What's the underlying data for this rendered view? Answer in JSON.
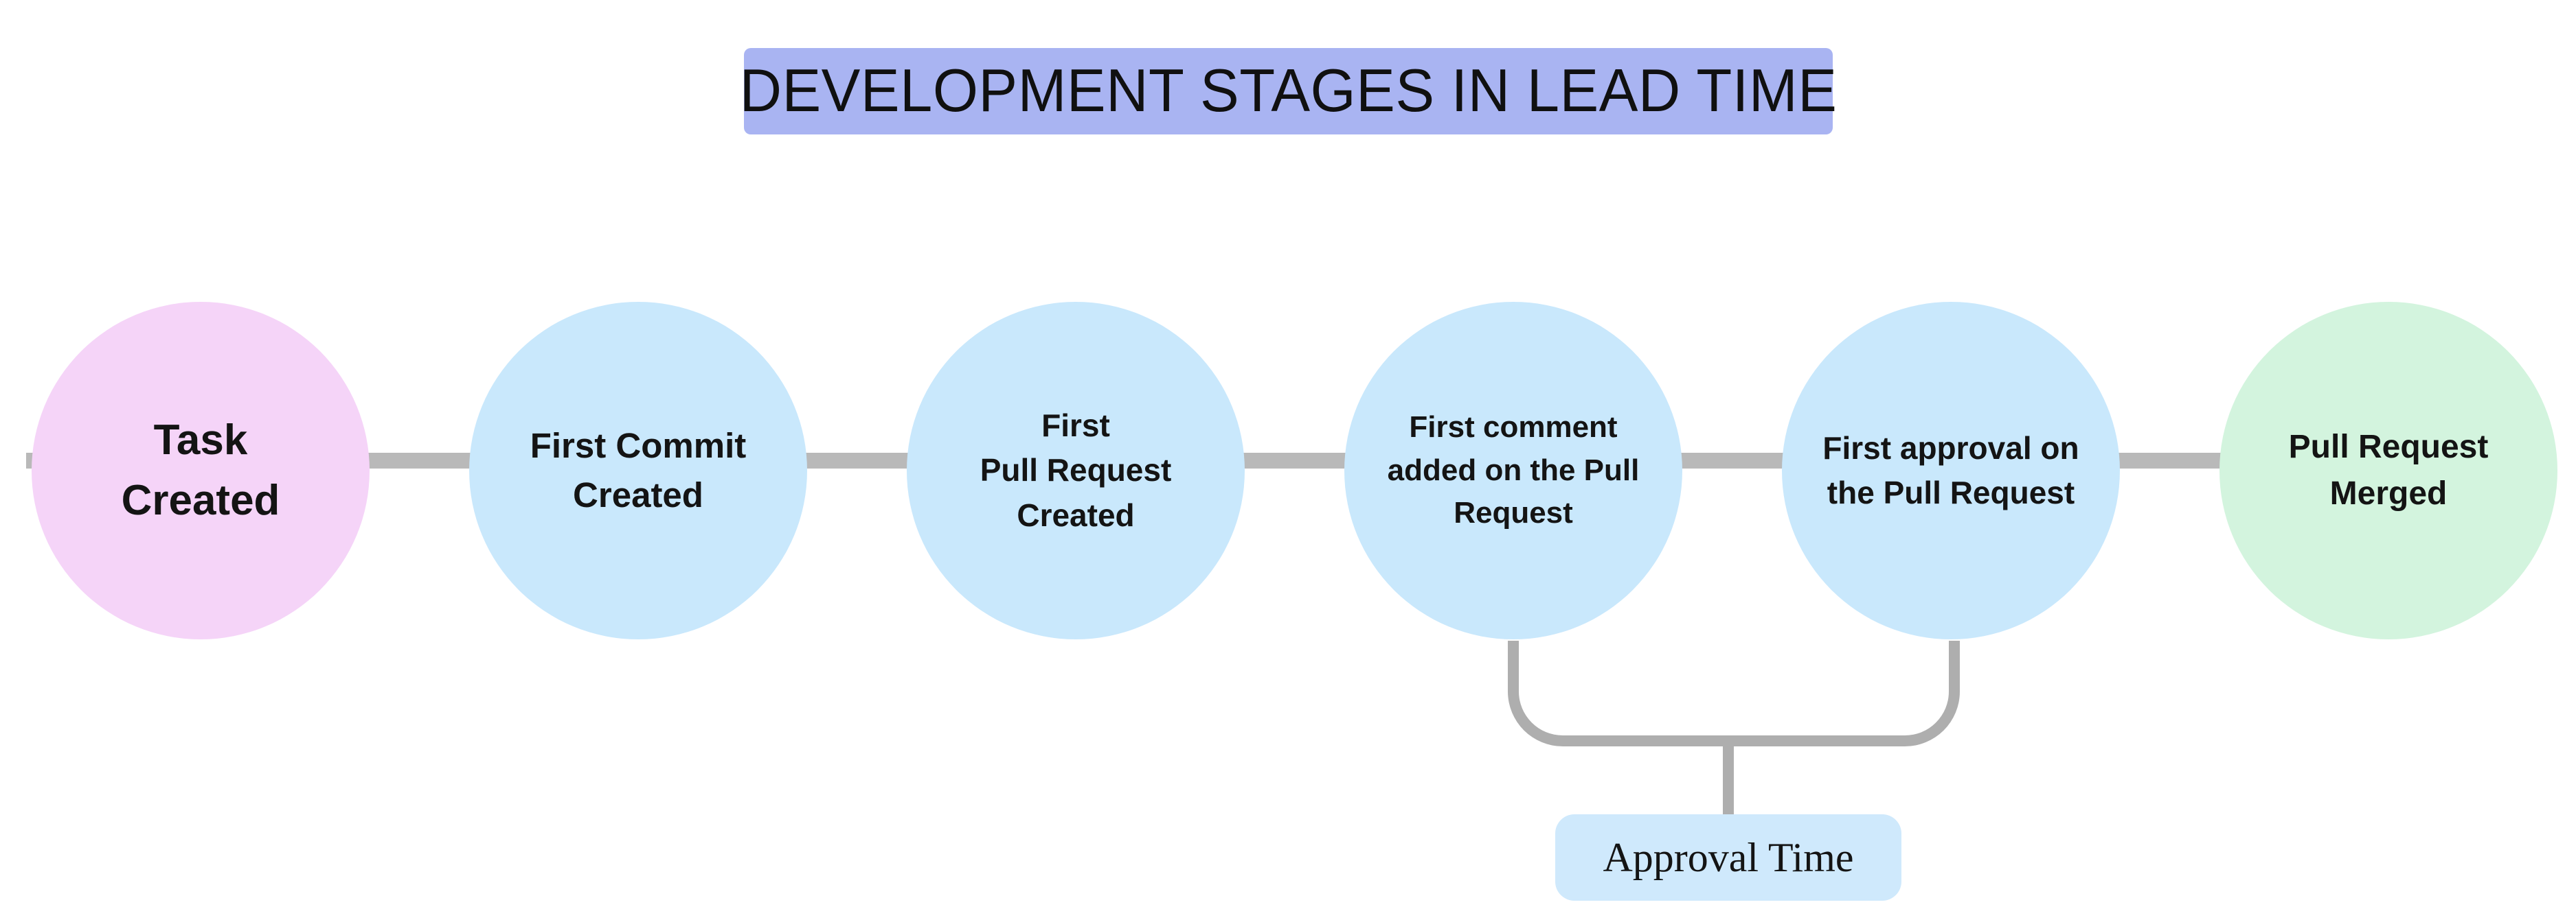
{
  "diagram": {
    "title": {
      "text": "DEVELOPMENT STAGES IN LEAD TIME",
      "bg_color": "#a9b4f2",
      "text_color": "#101010"
    },
    "stages": [
      {
        "label": "Task\nCreated",
        "color": "#f5d4f8",
        "role": "start"
      },
      {
        "label": "First Commit\nCreated",
        "color": "#c9e8fc",
        "role": "middle"
      },
      {
        "label": "First\nPull Request\nCreated",
        "color": "#c9e8fc",
        "role": "middle"
      },
      {
        "label": "First comment\nadded on the Pull\nRequest",
        "color": "#c9e8fc",
        "role": "middle"
      },
      {
        "label": "First approval on\nthe Pull Request",
        "color": "#c9e8fc",
        "role": "middle"
      },
      {
        "label": "Pull Request\nMerged",
        "color": "#d3f4de",
        "role": "end"
      }
    ],
    "connector_color": "#b9b9b9",
    "annotation": {
      "label": "Approval Time",
      "bg_color": "#cfe9fc",
      "bracket_color": "#aeaeae",
      "spans_stages": [
        "First comment added on the Pull Request",
        "First approval on the Pull Request"
      ]
    }
  }
}
